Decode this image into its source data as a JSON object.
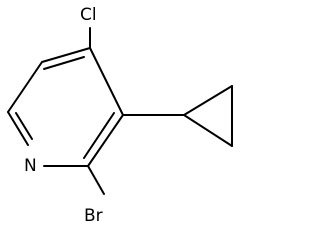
{
  "molecule": {
    "atoms": {
      "cl": "Cl",
      "n": "N",
      "br": "Br"
    }
  }
}
